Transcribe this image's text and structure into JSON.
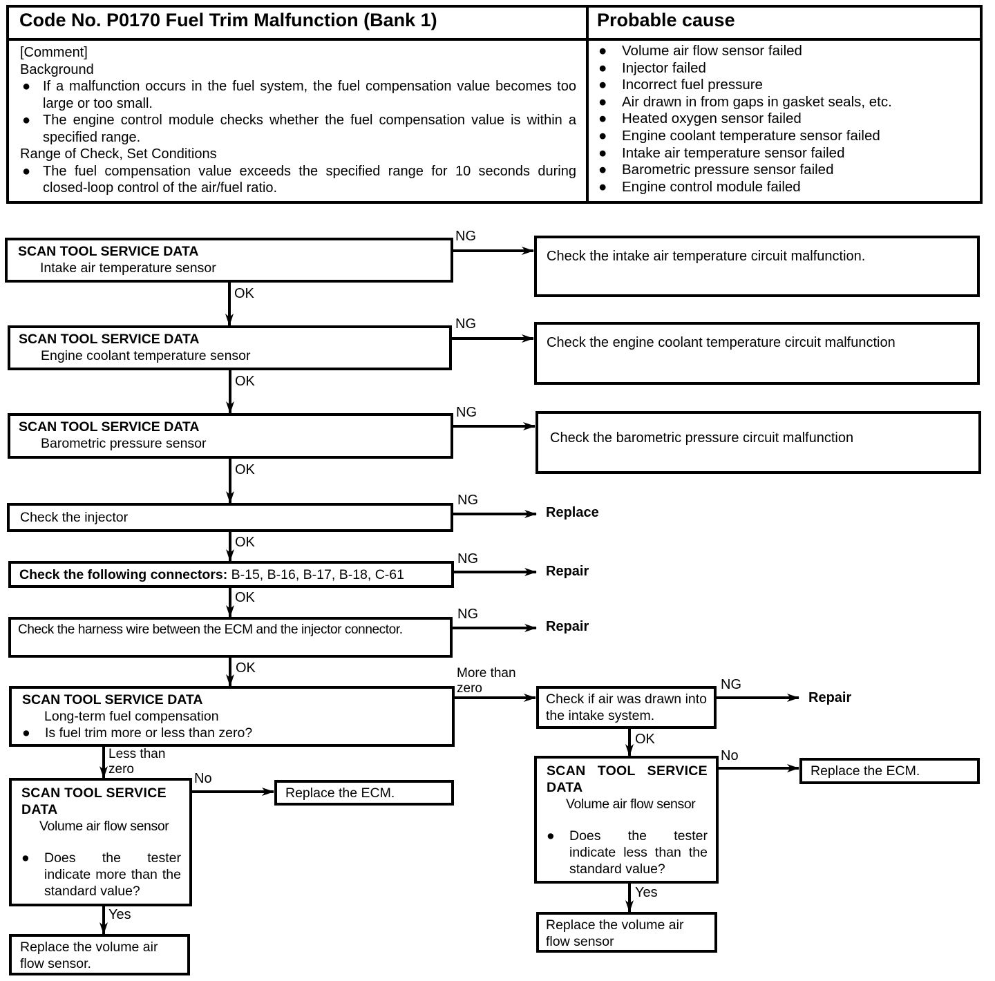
{
  "header": {
    "code_title": "Code No. P0170 Fuel Trim Malfunction (Bank 1)",
    "cause_title": "Probable cause",
    "comment": {
      "tag": "[Comment]",
      "background_label": "Background",
      "background_items": [
        "If a malfunction occurs in the fuel system, the fuel compensation value becomes too large or too small.",
        "The engine control module checks whether the fuel compensation value is within a specified range."
      ],
      "range_label": "Range of Check, Set Conditions",
      "range_items": [
        "The fuel compensation value exceeds the specified range for 10 seconds during closed-loop control of the air/fuel ratio."
      ]
    },
    "probable_causes": [
      "Volume air flow sensor failed",
      "Injector failed",
      "Incorrect fuel pressure",
      "Air drawn in from gaps in gasket seals, etc.",
      "Heated oxygen sensor failed",
      "Engine coolant temperature sensor failed",
      "Intake air temperature sensor failed",
      "Barometric pressure sensor failed",
      "Engine control module failed"
    ]
  },
  "flow": {
    "step1": {
      "title": "SCAN TOOL SERVICE DATA",
      "sub": "Intake air temperature sensor"
    },
    "result1": "Check the intake air temperature circuit malfunction.",
    "step2": {
      "title": "SCAN TOOL SERVICE DATA",
      "sub": "Engine coolant temperature sensor"
    },
    "result2": "Check the engine coolant temperature circuit malfunction",
    "step3": {
      "title": "SCAN TOOL SERVICE DATA",
      "sub": "Barometric pressure sensor"
    },
    "result3": "Check the barometric pressure circuit malfunction",
    "step4": "Check the injector",
    "result4": "Replace",
    "step5": {
      "bold": "Check the following connectors:",
      "rest": " B-15, B-16, B-17, B-18, C-61"
    },
    "result5": "Repair",
    "step6": "Check the harness wire between the ECM and the injector connector.",
    "result6": "Repair",
    "step7": {
      "title": "SCAN TOOL SERVICE DATA",
      "sub": "Long-term fuel compensation",
      "question": "Is fuel trim more or less than zero?"
    },
    "left_branch": {
      "label": "Less than zero",
      "check": {
        "title": "SCAN TOOL SERVICE DATA",
        "sub": "Volume air flow sensor",
        "question": "Does the tester indicate more than the standard value?"
      },
      "no_result": "Replace the ECM.",
      "yes_result": "Replace the volume air flow sensor."
    },
    "right_branch": {
      "label": "More than zero",
      "air_check": "Check if air was drawn into the intake system.",
      "air_ng_result": "Repair",
      "check": {
        "title": "SCAN TOOL SERVICE DATA",
        "sub": "Volume air flow sensor",
        "question": "Does the tester indicate less than the standard value?"
      },
      "no_result": "Replace the ECM.",
      "yes_result": "Replace the volume air flow sensor"
    },
    "labels": {
      "ng": "NG",
      "ok": "OK",
      "no": "No",
      "yes": "Yes"
    }
  }
}
